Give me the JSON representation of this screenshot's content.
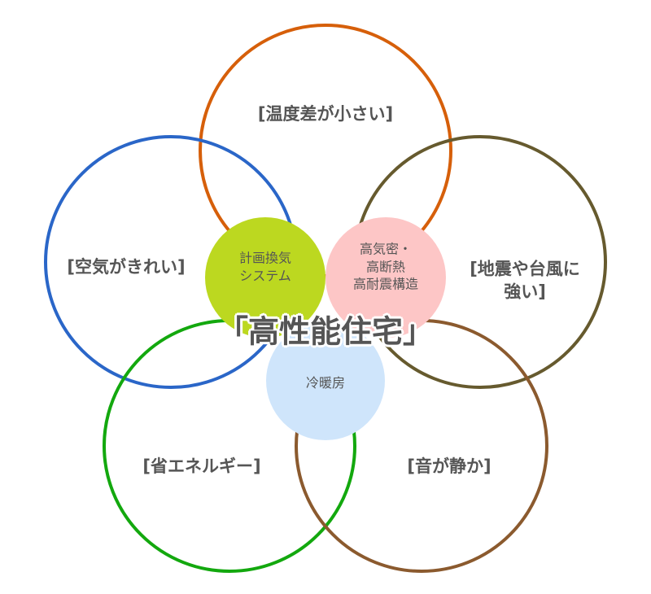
{
  "colors": {
    "orange": "#d65f0a",
    "blue": "#2a66c8",
    "olive": "#665a2e",
    "green": "#13a80e",
    "brown": "#8b5a2e",
    "lime": "#bcd820",
    "pink": "#fdc6c6",
    "lightblue": "#cfe5fb"
  },
  "outer": {
    "top": "[温度差が小さい]",
    "left": "[空気がきれい]",
    "right_line1": "[地震や台風に",
    "right_line2": "強い]",
    "bottom_left": "[省エネルギー]",
    "bottom_right": "[音が静か]"
  },
  "inner": {
    "ventilation_line1": "計画換気",
    "ventilation_line2": "システム",
    "structure_line1": "高気密・",
    "structure_line2": "高断熱",
    "structure_line3": "高耐震構造",
    "heating": "冷暖房"
  },
  "title": "「高性能住宅」"
}
